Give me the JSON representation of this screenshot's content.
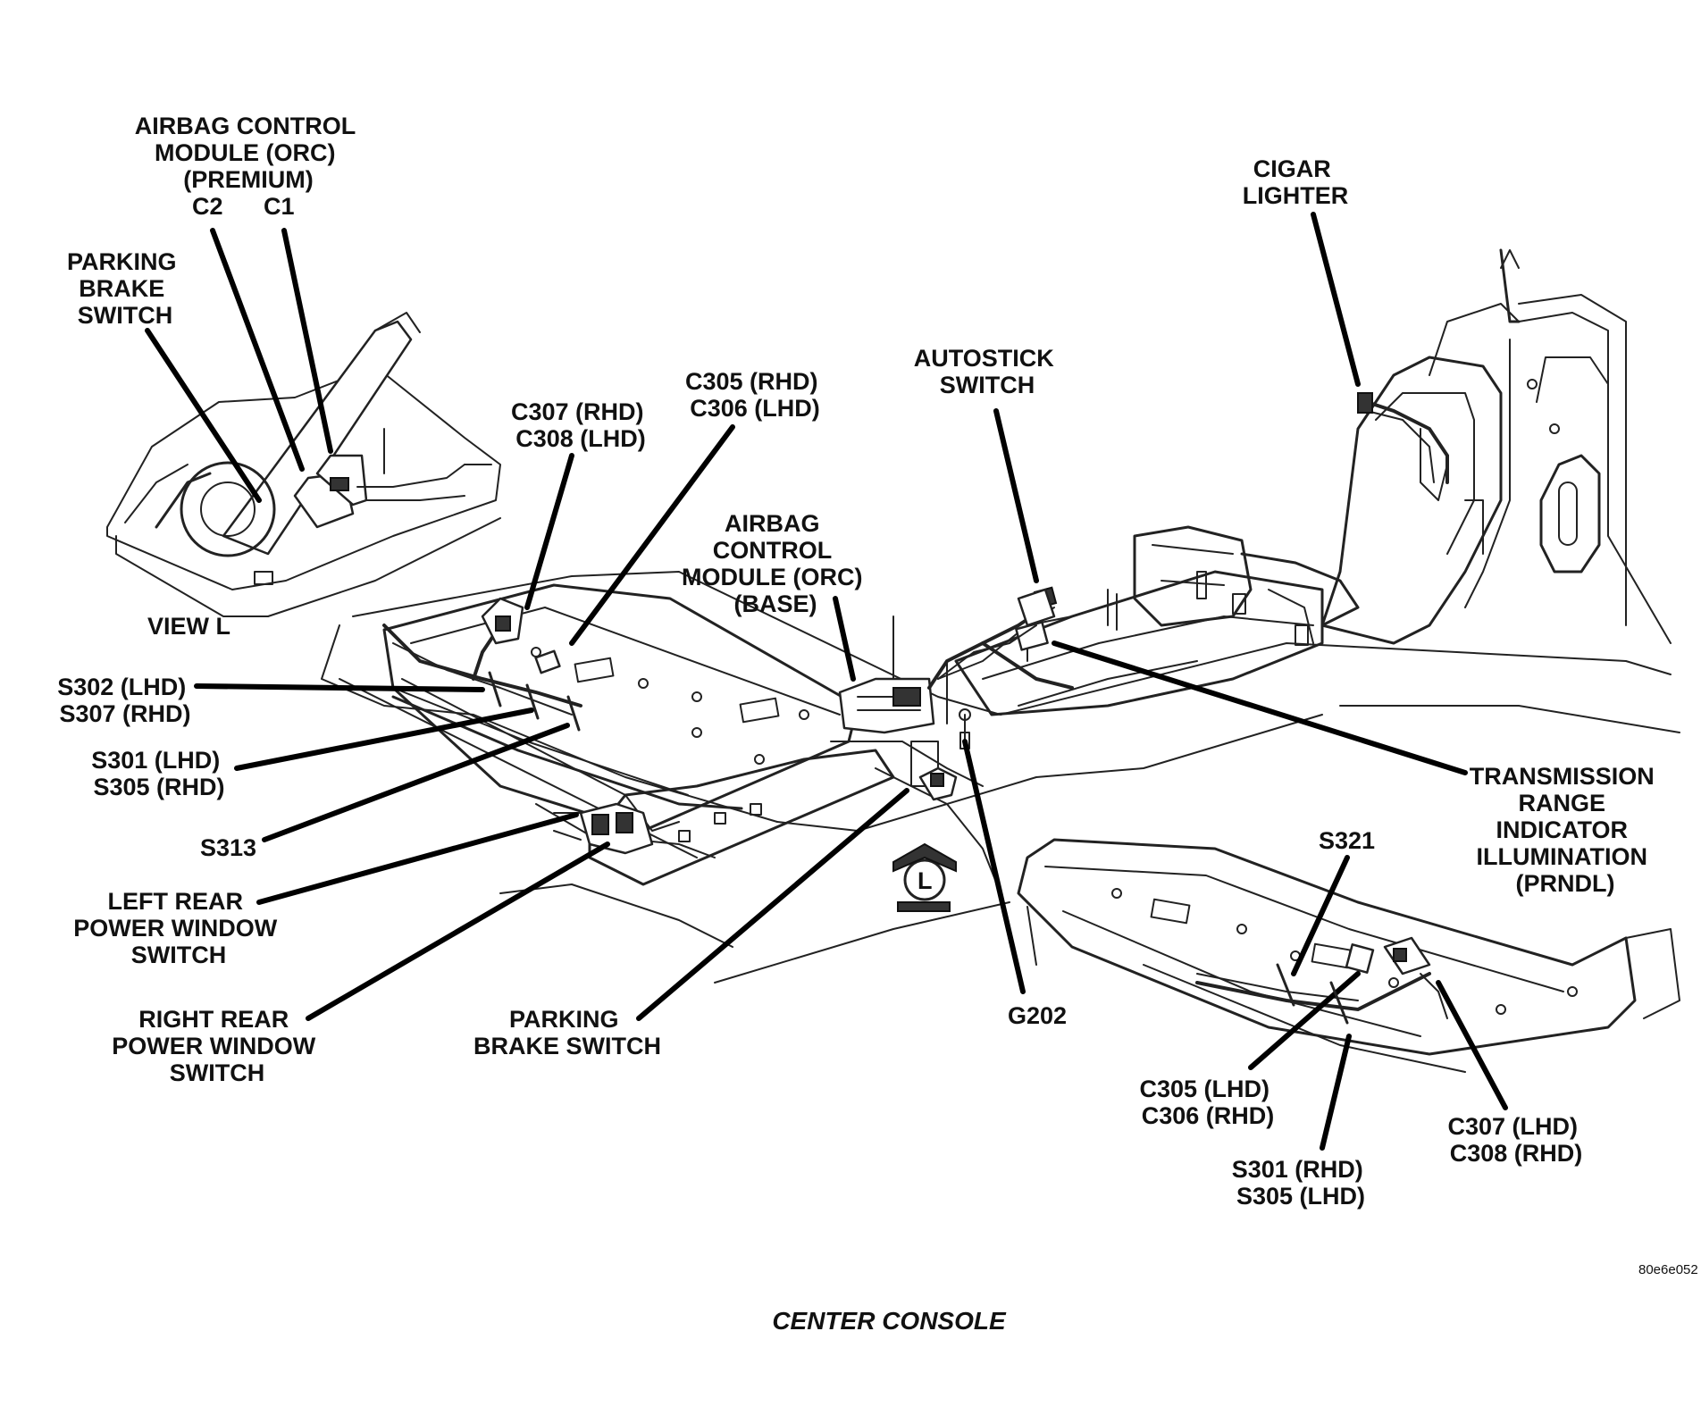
{
  "labels": {
    "airbag_premium": [
      "AIRBAG CONTROL",
      "MODULE (ORC)",
      "(PREMIUM)"
    ],
    "c2": "C2",
    "c1": "C1",
    "parking_brake_switch_view": [
      "PARKING",
      "BRAKE",
      "SWITCH"
    ],
    "view_l": "VIEW L",
    "c307_rhd_c308_lhd": [
      "C307 (RHD)",
      "C308 (LHD)"
    ],
    "c305_rhd_c306_lhd": [
      "C305 (RHD)",
      "C306 (LHD)"
    ],
    "autostick": [
      "AUTOSTICK",
      "SWITCH"
    ],
    "cigar_lighter": [
      "CIGAR",
      "LIGHTER"
    ],
    "airbag_base": [
      "AIRBAG",
      "CONTROL",
      "MODULE (ORC)",
      "(BASE)"
    ],
    "s302_s307": [
      "S302 (LHD)",
      "S307 (RHD)"
    ],
    "s301_s305_left": [
      "S301 (LHD)",
      "S305 (RHD)"
    ],
    "s313": "S313",
    "left_rear_window": [
      "LEFT REAR",
      "POWER WINDOW",
      "SWITCH"
    ],
    "right_rear_window": [
      "RIGHT REAR",
      "POWER WINDOW",
      "SWITCH"
    ],
    "parking_brake_switch": [
      "PARKING",
      "BRAKE SWITCH"
    ],
    "g202": "G202",
    "s321": "S321",
    "prndl": [
      "TRANSMISSION",
      "RANGE",
      "INDICATOR",
      "ILLUMINATION",
      "(PRNDL)"
    ],
    "c305_lhd_c306_rhd": [
      "C305 (LHD)",
      "C306 (RHD)"
    ],
    "s301_s305_right": [
      "S301 (RHD)",
      "S305 (LHD)"
    ],
    "c307_lhd_c308_rhd": [
      "C307 (LHD)",
      "C308 (RHD)"
    ],
    "view_marker": "L",
    "figure_id": "80e6e052",
    "caption": "CENTER CONSOLE"
  }
}
